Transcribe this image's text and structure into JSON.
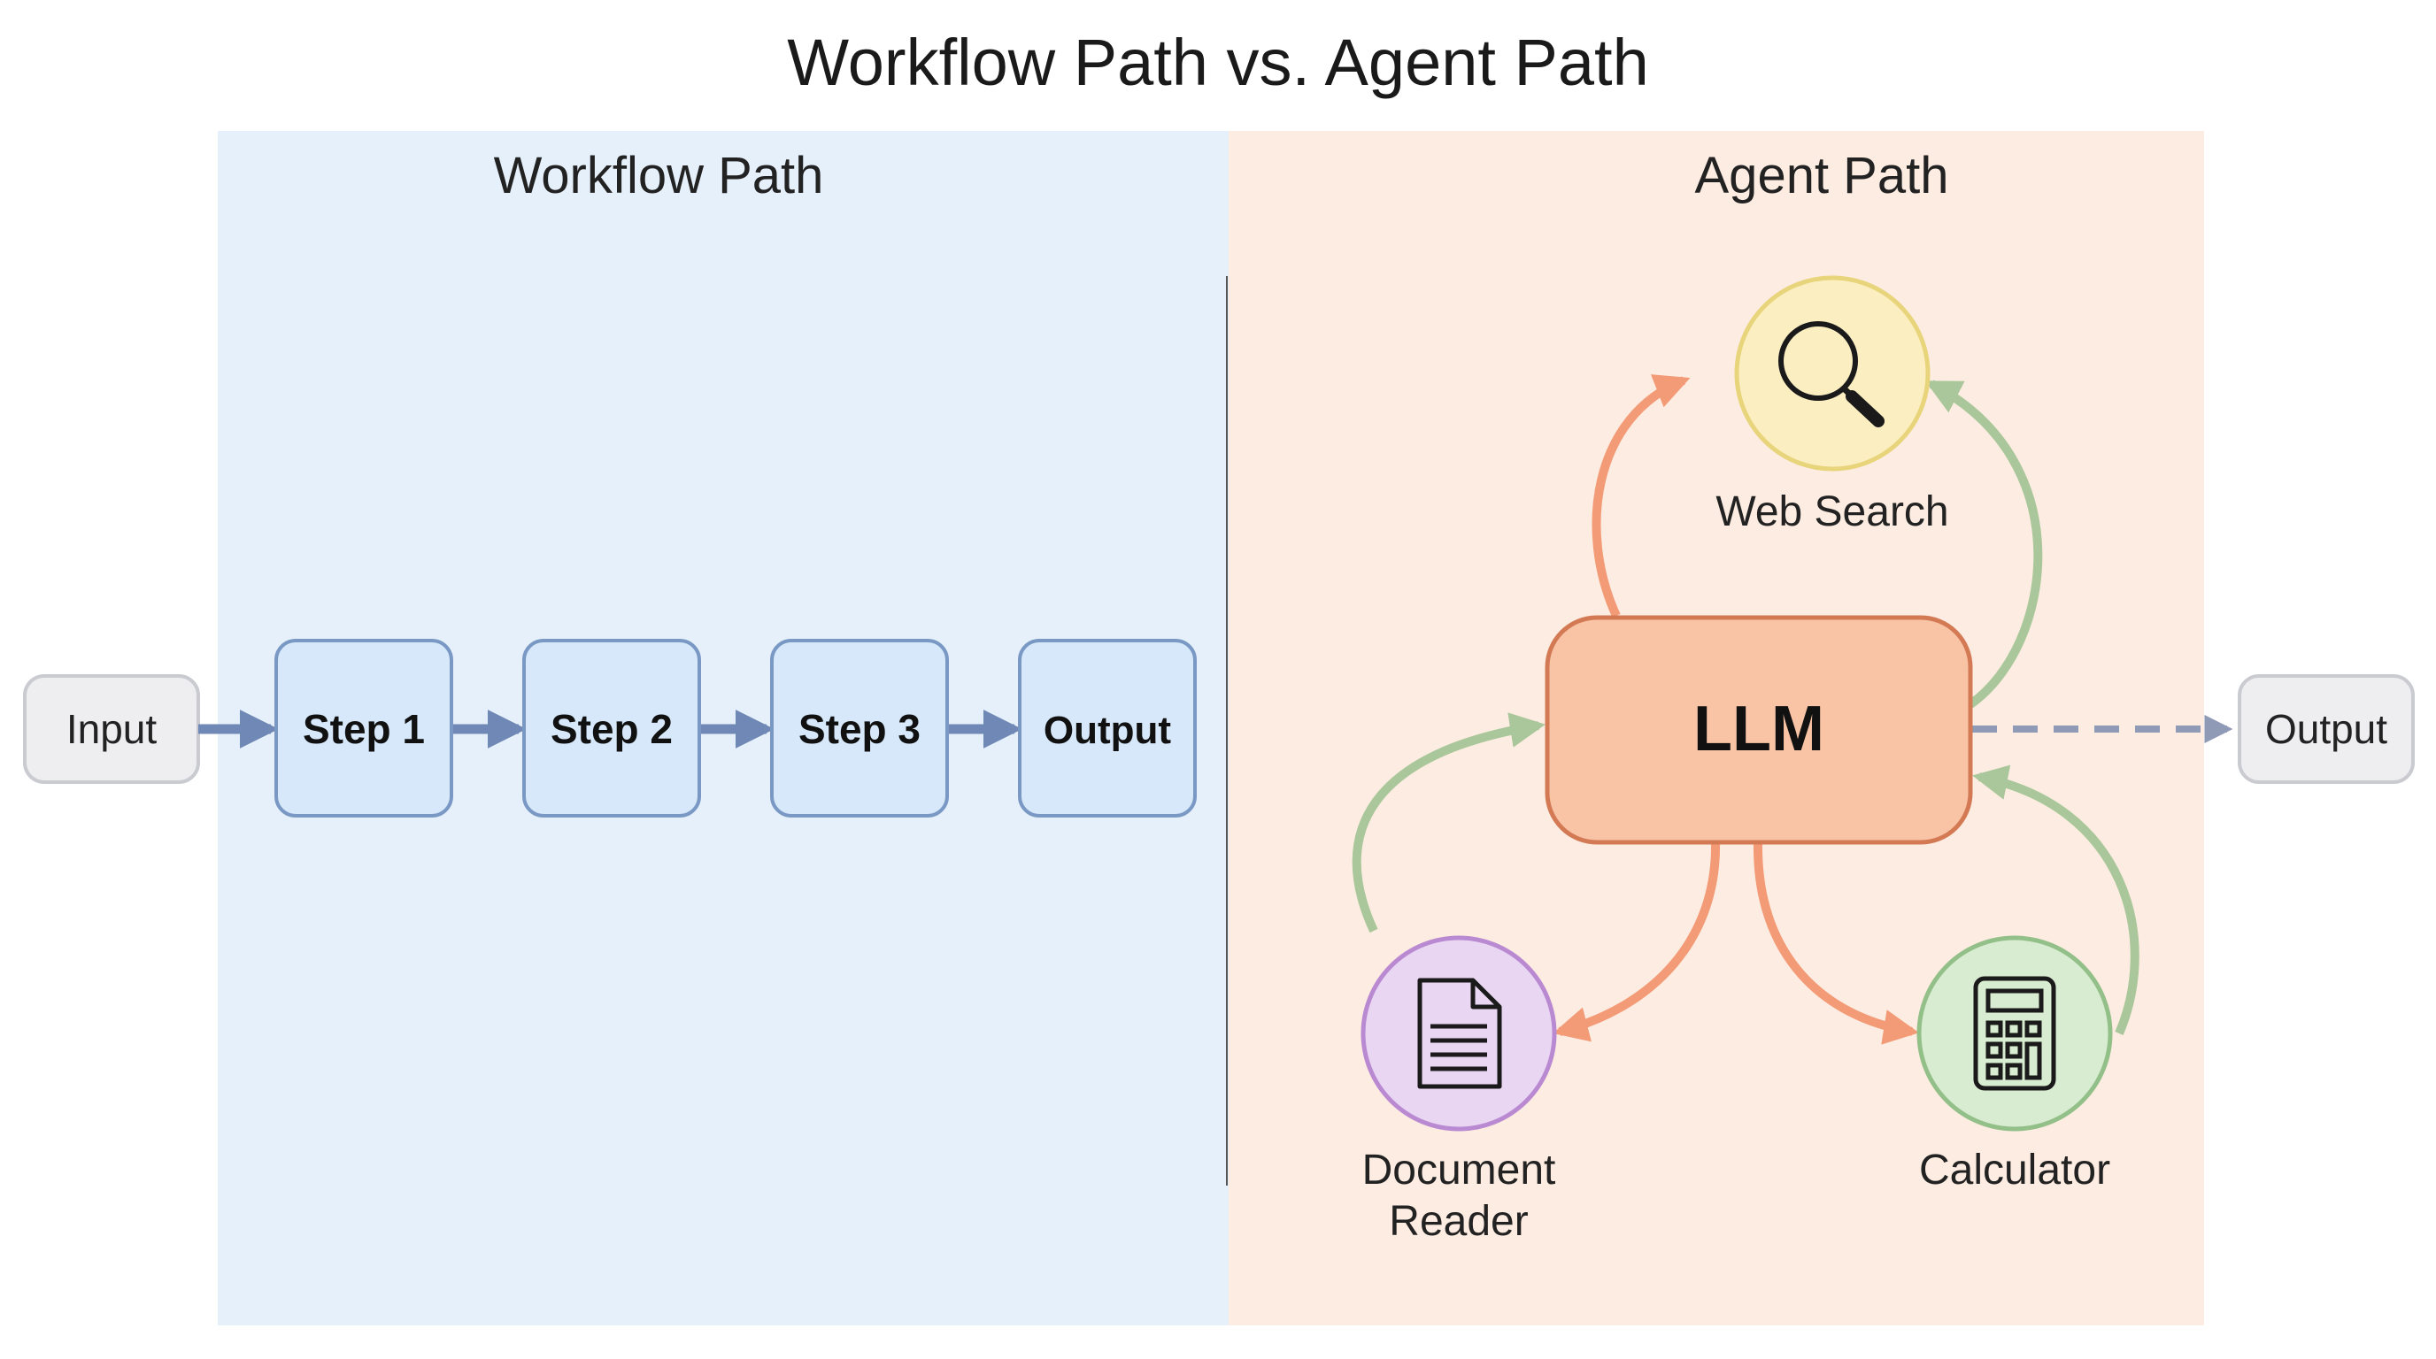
{
  "title": "Workflow Path vs. Agent Path",
  "panels": {
    "workflow": {
      "title": "Workflow Path",
      "background": "#e6f0fb"
    },
    "agent": {
      "title": "Agent Path",
      "background": "#fdece1"
    }
  },
  "workflow": {
    "input_label": "Input",
    "steps": [
      {
        "label": "Step 1"
      },
      {
        "label": "Step 2"
      },
      {
        "label": "Step 3"
      },
      {
        "label": "Output"
      }
    ],
    "arrow_color": "#6f88b5",
    "box_fill": "#d6e8f9",
    "box_stroke": "#7a98c4"
  },
  "agent": {
    "llm_label": "LLM",
    "llm_fill": "#f9c4a5",
    "llm_stroke": "#d37a55",
    "output_label": "Output",
    "tools": [
      {
        "label_lines": [
          "Web Search"
        ],
        "icon": "search-icon",
        "fill": "#fbefc2",
        "stroke": "#e8d47a"
      },
      {
        "label_lines": [
          "Document",
          "Reader"
        ],
        "icon": "document-icon",
        "fill": "#e9d6f2",
        "stroke": "#b98ad1"
      },
      {
        "label_lines": [
          "Calculator"
        ],
        "icon": "calculator-icon",
        "fill": "#d8ecd2",
        "stroke": "#93bf88"
      }
    ],
    "call_arrow_color": "#f39a76",
    "return_arrow_color": "#a9c79a",
    "output_arrow_color": "#8e9ab6"
  },
  "io_box": {
    "fill": "#eeeef1",
    "stroke": "#c9cbd1"
  }
}
